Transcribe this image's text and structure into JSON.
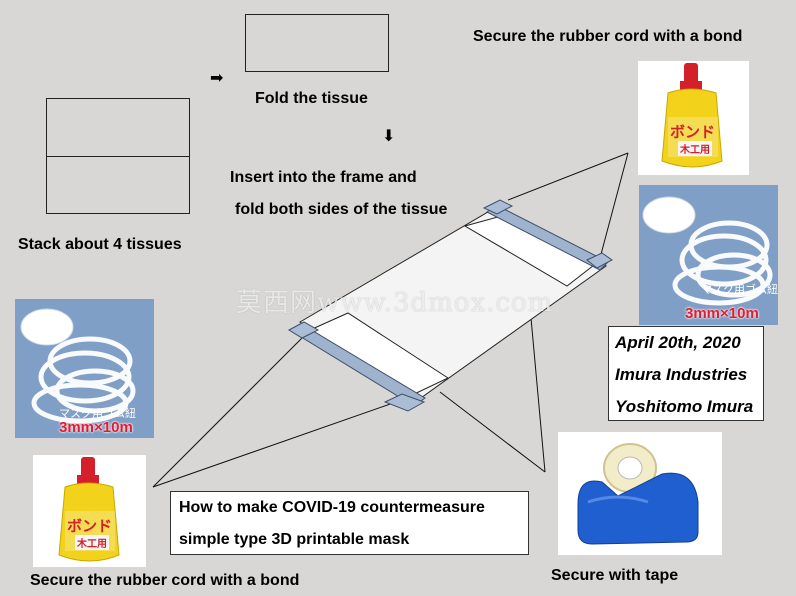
{
  "labels": {
    "fold_tissue": "Fold the tissue",
    "insert_frame_1": "Insert into the frame and",
    "insert_frame_2": "fold both sides of the tissue",
    "stack_tissues": "Stack about 4 tissues",
    "secure_bond_top": "Secure the rubber cord with a bond",
    "secure_bond_bottom": "Secure the rubber cord with a bond",
    "secure_tape": "Secure with tape"
  },
  "arrows": {
    "right": "➡",
    "down": "⬇"
  },
  "info": {
    "date": "April 20th, 2020",
    "company": "Imura Industries",
    "author": "Yoshitomo Imura"
  },
  "title_box": {
    "line1": "How to make COVID-19 countermeasure",
    "line2": "simple type 3D printable mask"
  },
  "products": {
    "bond_brand": "ボンド",
    "bond_sub": "木工用",
    "cord_text": "マスク用ゴム紐",
    "cord_size": "3mm×10m"
  },
  "watermark": "莫西网www.3dmox.com",
  "colors": {
    "background": "#d8d7d5",
    "bond_yellow": "#f2d21a",
    "bond_red": "#d4202a",
    "tape_blue": "#1f5fd0",
    "frame_blue": "#9fb3cf",
    "cord_size_red": "#e8192c"
  }
}
